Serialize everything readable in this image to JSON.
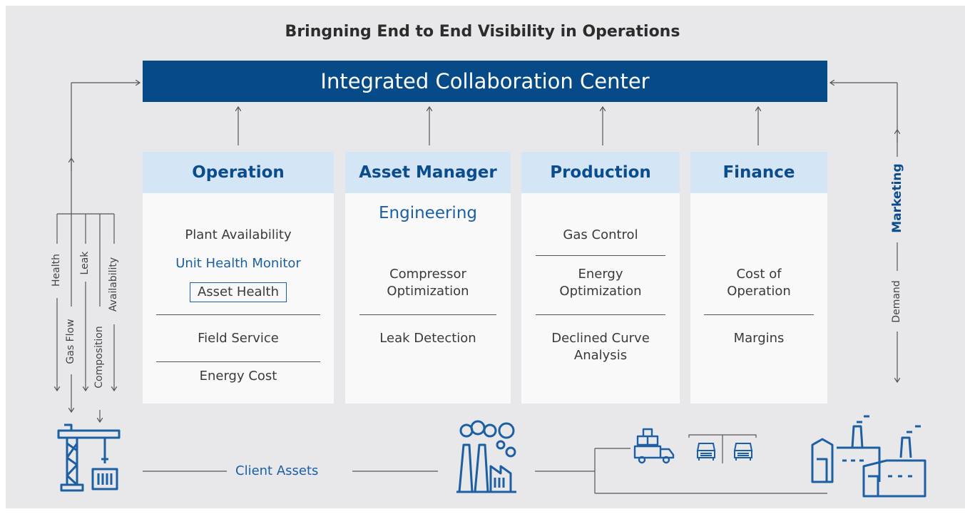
{
  "title": "Bringning End to End Visibility in Operations",
  "center": "Integrated Collaboration Center",
  "columns": [
    {
      "head": "Operation",
      "items": [
        "Plant Availability",
        "Unit Health Monitor",
        "Asset Health",
        "Field Service",
        "Energy Cost"
      ]
    },
    {
      "head": "Asset Manager",
      "items": [
        "Engineering",
        "Compressor Optimization",
        "Leak Detection"
      ]
    },
    {
      "head": "Production",
      "items": [
        "Gas Control",
        "Energy Optimization",
        "Declined Curve Analysis"
      ]
    },
    {
      "head": "Finance",
      "items": [
        "Cost of Operation",
        "Margins"
      ]
    }
  ],
  "left_flows": [
    "Health",
    "Gas Flow",
    "Leak",
    "Composition",
    "Availability"
  ],
  "right_flows": [
    "Marketing",
    "Demand"
  ],
  "client_assets_label": "Client Assets",
  "colors": {
    "primary": "#064a88",
    "header_bg": "#d4e5f5",
    "accent_text": "#1c5fa3",
    "background": "#e8e8ea"
  },
  "icons": [
    "crane-container-icon",
    "refinery-icon",
    "delivery-truck-icon",
    "tanker-trucks-icon",
    "factory-icon"
  ]
}
